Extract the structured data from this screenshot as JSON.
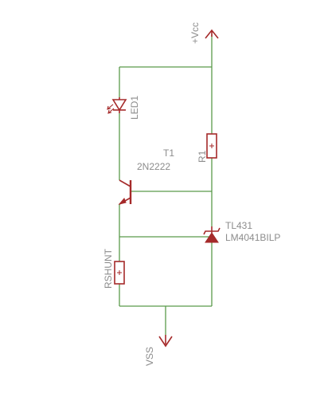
{
  "schematic": {
    "labels": {
      "vcc": "+Vcc",
      "vss": "VSS",
      "led": "LED1",
      "r1": "R1",
      "transistor_ref": "T1",
      "transistor_part": "2N2222",
      "shunt_ref": "TL431",
      "shunt_part": "LM4041BILP",
      "rshunt": "RSHUNT"
    },
    "colors": {
      "wire": "#5a9a4a",
      "part": "#a52a2a",
      "label": "#8c8c8c"
    }
  }
}
